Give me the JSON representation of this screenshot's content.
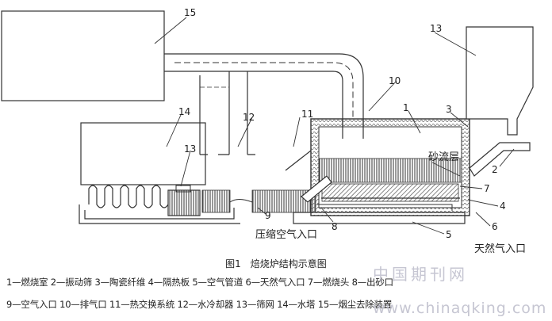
{
  "figure": {
    "caption": "图1　焙烧炉结构示意图",
    "legend_line1": "1—燃烧室 2—振动筛 3—陶瓷纤维 4—隔热板 5—空气管道 6—天然气入口 7—燃烧头 8—出砂口",
    "legend_line2": "9—空气入口 10—排气口 11—热交换系统 12—水冷却器 13—筛网 14—水塔 15—烟尘去除装置"
  },
  "labels": {
    "n1": "1",
    "n2": "2",
    "n3": "3",
    "n4": "4",
    "n5": "5",
    "n6": "6",
    "n7": "7",
    "n8": "8",
    "n9": "9",
    "n10": "10",
    "n11": "11",
    "n12": "12",
    "n13a": "13",
    "n13b": "13",
    "n14": "14",
    "n15": "15",
    "sand_layer": "砂流层",
    "compressed_air": "压缩空气入口",
    "natural_gas": "天然气入口"
  },
  "watermark": {
    "cn": "中国期刊网",
    "en": "www.chinaqking.com"
  }
}
